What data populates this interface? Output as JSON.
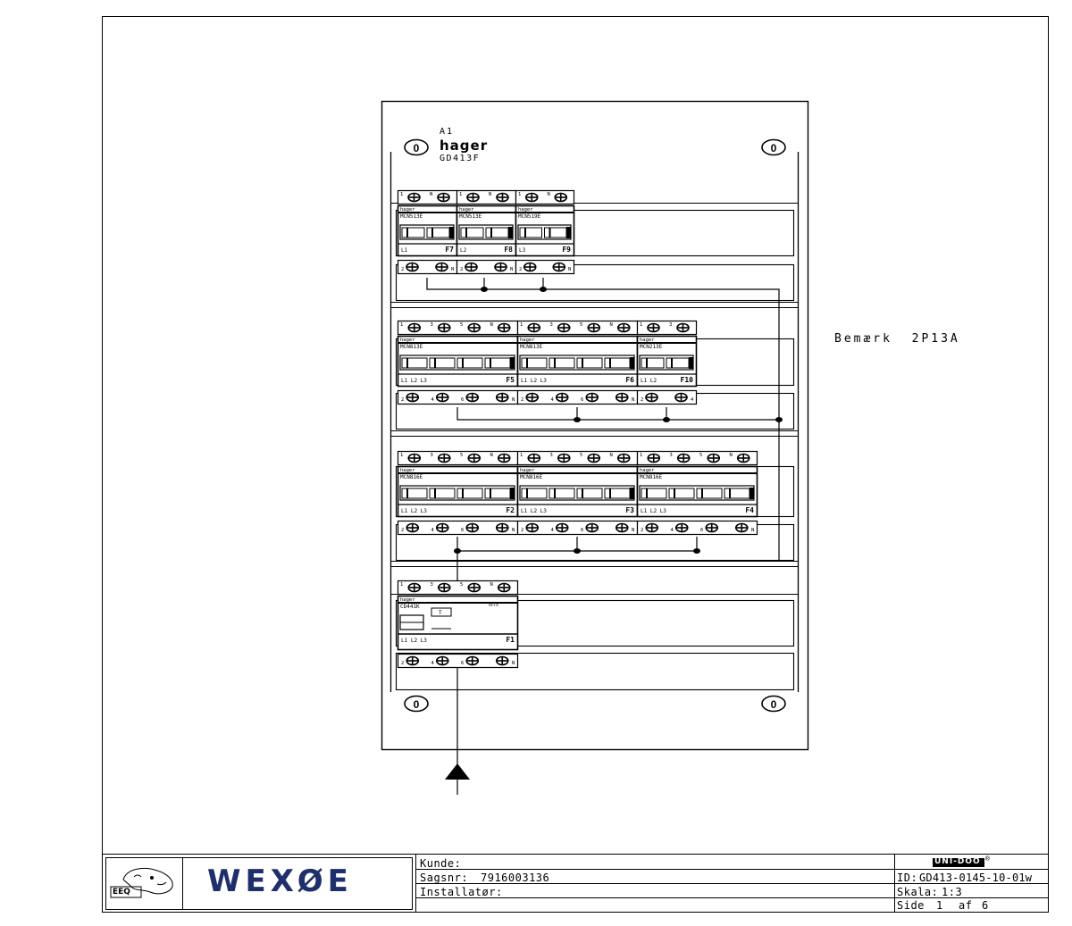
{
  "cabinet": {
    "designation": "A1",
    "brand": "hager",
    "model": "GD413F",
    "note": "Bemærk  2P13A"
  },
  "rows": [
    {
      "name": "row-1",
      "devices": [
        {
          "id": "F7",
          "type": "MCN513E",
          "poles": "L1",
          "top": [
            "1",
            "N"
          ],
          "bottom": [
            "2",
            "N"
          ]
        },
        {
          "id": "F8",
          "type": "MCN513E",
          "poles": "L2",
          "top": [
            "1",
            "N"
          ],
          "bottom": [
            "2",
            "N"
          ]
        },
        {
          "id": "F9",
          "type": "MCN519E",
          "poles": "L3",
          "top": [
            "1",
            "N"
          ],
          "bottom": [
            "2",
            "N"
          ]
        }
      ]
    },
    {
      "name": "row-2",
      "devices": [
        {
          "id": "F5",
          "type": "MCN813E",
          "poles": "L1 L2 L3",
          "top": [
            "1",
            "3",
            "5",
            "N"
          ],
          "bottom": [
            "2",
            "4",
            "6",
            "N"
          ]
        },
        {
          "id": "F6",
          "type": "MCN813E",
          "poles": "L1 L2 L3",
          "top": [
            "1",
            "3",
            "5",
            "N"
          ],
          "bottom": [
            "2",
            "4",
            "6",
            "N"
          ]
        },
        {
          "id": "F10",
          "type": "MCN213E",
          "poles": "L1 L2",
          "top": [
            "1",
            "3"
          ],
          "bottom": [
            "2",
            "4"
          ]
        }
      ]
    },
    {
      "name": "row-3",
      "devices": [
        {
          "id": "F2",
          "type": "MCN816E",
          "poles": "L1 L2 L3",
          "top": [
            "1",
            "3",
            "5",
            "N"
          ],
          "bottom": [
            "2",
            "4",
            "6",
            "N"
          ]
        },
        {
          "id": "F3",
          "type": "MCN816E",
          "poles": "L1 L2 L3",
          "top": [
            "1",
            "3",
            "5",
            "N"
          ],
          "bottom": [
            "2",
            "4",
            "6",
            "N"
          ]
        },
        {
          "id": "F4",
          "type": "MCN816E",
          "poles": "L1 L2 L3",
          "top": [
            "1",
            "3",
            "5",
            "N"
          ],
          "bottom": [
            "2",
            "4",
            "6",
            "N"
          ]
        }
      ]
    },
    {
      "name": "row-4",
      "devices": [
        {
          "id": "F1",
          "type": "CD441K",
          "poles": "L1 L2 L3",
          "top": [
            "1",
            "3",
            "5",
            "N"
          ],
          "bottom": [
            "2",
            "4",
            "6",
            "N"
          ],
          "test_button": "T",
          "rcd_label": "AFFX"
        }
      ]
    }
  ],
  "title_block": {
    "company": "WEXØE",
    "partner_logo": "UNI-DOO",
    "partner_logo_mark": "®",
    "eeq_logo": "EEQ",
    "kunde_label": "Kunde:",
    "kunde_value": "",
    "sagsnr_label": "Sagsnr:",
    "sagsnr_value": "7916003136",
    "installator_label": "Installatør:",
    "installator_value": "",
    "id_label": "ID:",
    "id_value": "GD413-0145-10-01w",
    "skala_label": "Skala:",
    "skala_value": "1:3",
    "side_label": "Side",
    "side_value": "1",
    "af_label": "af",
    "af_value": "6"
  }
}
